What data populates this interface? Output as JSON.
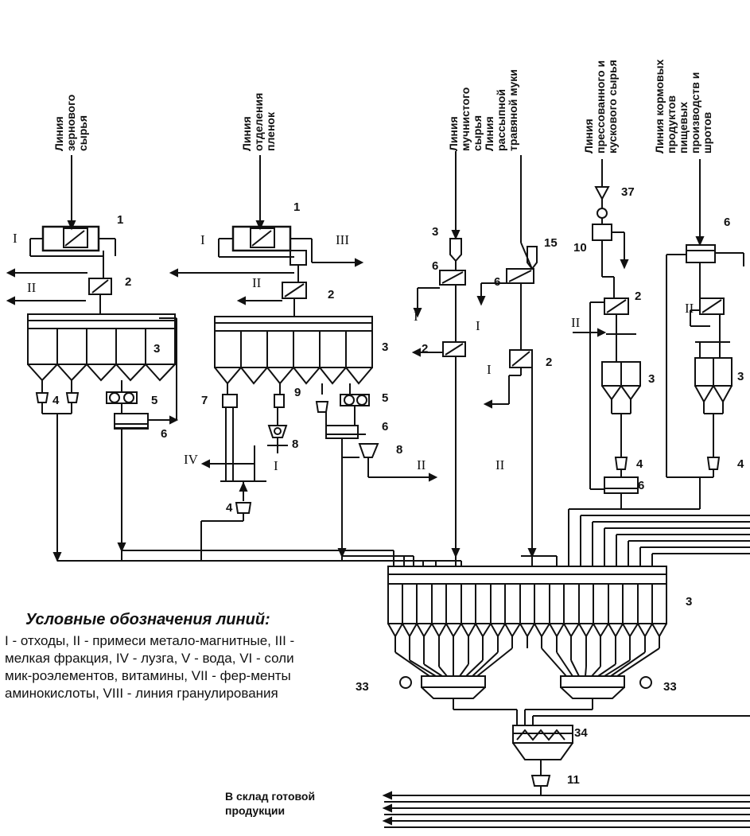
{
  "lines": [
    {
      "id": "grain",
      "text": [
        "Линия",
        "зернового",
        "сырья"
      ]
    },
    {
      "id": "film",
      "text": [
        "Линия",
        "отделения",
        "пленок"
      ]
    },
    {
      "id": "flour",
      "text": [
        "Линия",
        "мучнистого",
        "сырья",
        "Линия",
        "рассыпной",
        "травяной муки"
      ]
    },
    {
      "id": "pressed",
      "text": [
        "Линия",
        "прессованного и",
        "кускового сырья"
      ]
    },
    {
      "id": "food",
      "text": [
        "Линия кормовых",
        "продуктов",
        "пищевых",
        "производств и",
        "шротов"
      ]
    }
  ],
  "equipment_numbers": [
    "1",
    "1",
    "2",
    "2",
    "3",
    "3",
    "4",
    "4",
    "5",
    "5",
    "6",
    "6",
    "7",
    "8",
    "8",
    "9",
    "3",
    "6",
    "2",
    "15",
    "6",
    "2",
    "37",
    "10",
    "2",
    "3",
    "4",
    "6",
    "6",
    "3",
    "4",
    "3",
    "33",
    "33",
    "34",
    "11"
  ],
  "roman_marks": [
    "I",
    "II",
    "I",
    "III",
    "II",
    "IV",
    "I",
    "I",
    "I",
    "II",
    "I",
    "II",
    "II",
    "II"
  ],
  "legend": {
    "title": "Условные обозначения линий:",
    "text": "I - отходы,  II - примеси метало-магнитные,  III - мелкая фракция, IV - лузга,  V - вода,  VI - соли мик-роэлементов, витамины, VII - фер-менты аминокислоты,  VIII - линия гранулирования"
  },
  "output": [
    "В склад готовой",
    "продукции"
  ]
}
